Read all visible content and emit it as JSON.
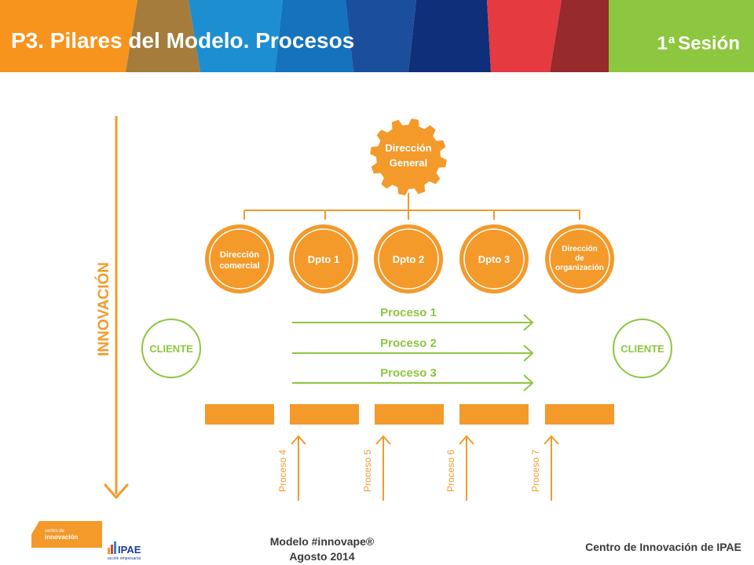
{
  "header": {
    "title": "P3. Pilares del Modelo. Procesos",
    "session_number": "1",
    "session_ordinal": "a",
    "session_word": "Sesión"
  },
  "diagram": {
    "axis_label": "INNOVACIÓN",
    "top_node": {
      "line1": "Dirección",
      "line2": "General"
    },
    "departments": [
      {
        "line1": "Dirección",
        "line2": "comercial",
        "line3": ""
      },
      {
        "line1": "Dpto 1",
        "line2": "",
        "line3": ""
      },
      {
        "line1": "Dpto 2",
        "line2": "",
        "line3": ""
      },
      {
        "line1": "Dpto 3",
        "line2": "",
        "line3": ""
      },
      {
        "line1": "Dirección",
        "line2": "de",
        "line3": "organización"
      }
    ],
    "client_left": "CLIENTE",
    "client_right": "CLIENTE",
    "horizontal_processes": [
      "Proceso 1",
      "Proceso 2",
      "Proceso 3"
    ],
    "vertical_processes": [
      "Proceso 4",
      "Proceso 5",
      "Proceso 6",
      "Proceso 7"
    ]
  },
  "footer": {
    "model": "Modelo #innovape®",
    "date": "Agosto 2014",
    "center_name": "Centro de Innovación de IPAE",
    "logo_small_line1": "centro de",
    "logo_small_line2": "innovación",
    "logo_brand": "IPAE",
    "logo_brand_sub": "acción empresarial"
  },
  "colors": {
    "orange": "#f39a2b",
    "green": "#8dc63f",
    "header_stripes": [
      "#f7941d",
      "#a67c3c",
      "#1d8fd0",
      "#0f6fb8",
      "#1b3f8f",
      "#0a2a6e",
      "#e53a3f",
      "#9b2b2b",
      "#8dc63f"
    ]
  }
}
